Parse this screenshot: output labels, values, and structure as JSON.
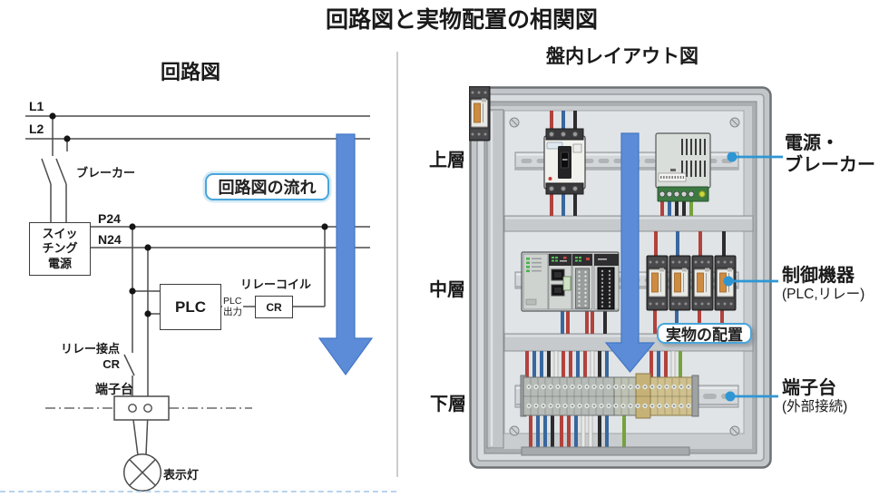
{
  "title": "回路図と実物配置の相関図",
  "colors": {
    "arrow": "#5c8cd8",
    "arrow_border": "#4377c4",
    "callout": "#2f96d4",
    "highlight_border": "#4aa5da"
  },
  "circuit": {
    "heading": "回路図",
    "flow_label": "回路図の流れ",
    "l1": "L1",
    "l2": "L2",
    "p24": "P24",
    "n24": "N24",
    "breaker": "ブレーカー",
    "psu_lines": [
      "スイッ",
      "チング",
      "電源"
    ],
    "plc": "PLC",
    "plc_output_lines": [
      "PLC",
      "出力"
    ],
    "relay_coil": "リレーコイル",
    "relay_coil_ref": "CR",
    "relay_contact": "リレー接点",
    "relay_contact_ref": "CR",
    "terminal": "端子台",
    "lamp": "表示灯"
  },
  "layout": {
    "heading": "盤内レイアウト図",
    "placement_label": "実物の配置",
    "layers": [
      {
        "label": "上層"
      },
      {
        "label": "中層"
      },
      {
        "label": "下層"
      }
    ],
    "callouts": [
      {
        "line1": "電源・",
        "line2": "ブレーカー"
      },
      {
        "line1": "制御機器",
        "line2": "(PLC,リレー)"
      },
      {
        "line1": "端子台",
        "line2": "(外部接続)"
      }
    ]
  }
}
